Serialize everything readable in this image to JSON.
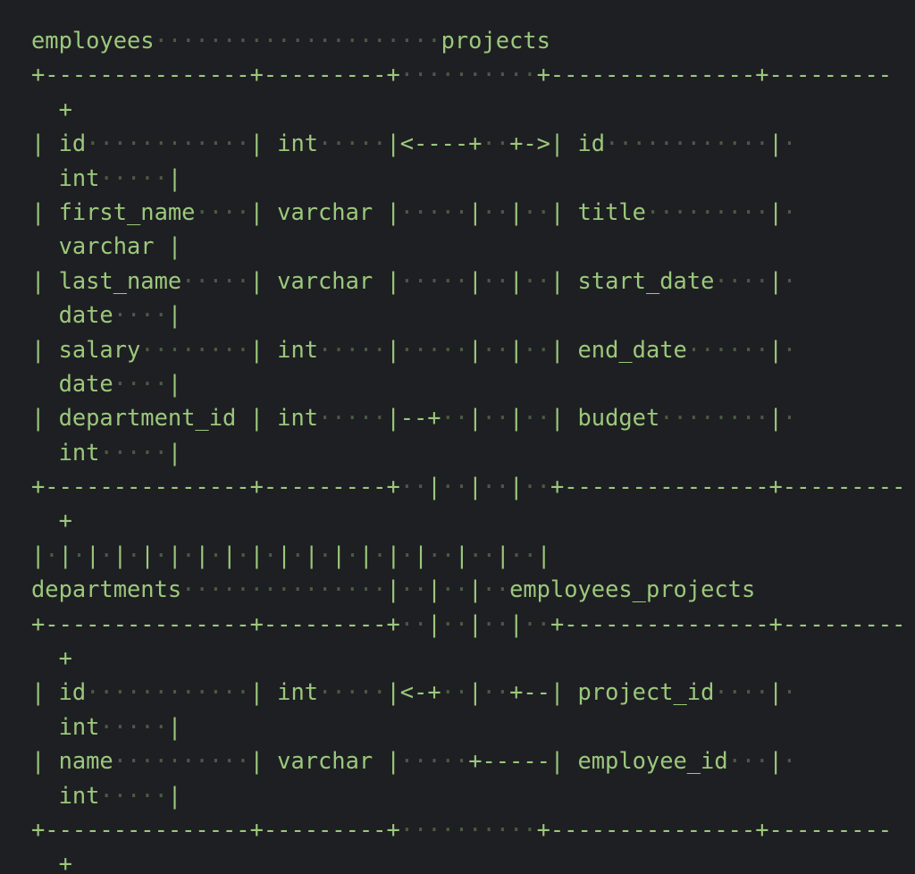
{
  "editor": {
    "lines": [
      "employees·····················projects",
      "+---------------+---------+··········+---------------+---------",
      "  +",
      "| id············| int·····|<----+··+->| id············|·",
      "  int·····|",
      "| first_name····| varchar |·····|··|··| title·········|·",
      "  varchar |",
      "| last_name·····| varchar |·····|··|··| start_date····|·",
      "  date····|",
      "| salary········| int·····|·····|··|··| end_date······|·",
      "  date····|",
      "| department_id | int·····|--+··|··|··| budget········|·",
      "  int·····|",
      "+---------------+---------+··|··|··|··+---------------+---------",
      "  +",
      "|·|·|·|·|·|·|·|·|·|·|·|·|·|·|··|··|··|",
      "departments···············|··|··|··employees_projects",
      "+---------------+---------+··|··|··|··+---------------+---------",
      "  +",
      "| id············| int·····|<-+··|··+--| project_id····|·",
      "  int·····|",
      "| name··········| varchar |·····+-----| employee_id···|·",
      "  int·····|",
      "+---------------+---------+··········+---------------+---------",
      "  +"
    ]
  }
}
